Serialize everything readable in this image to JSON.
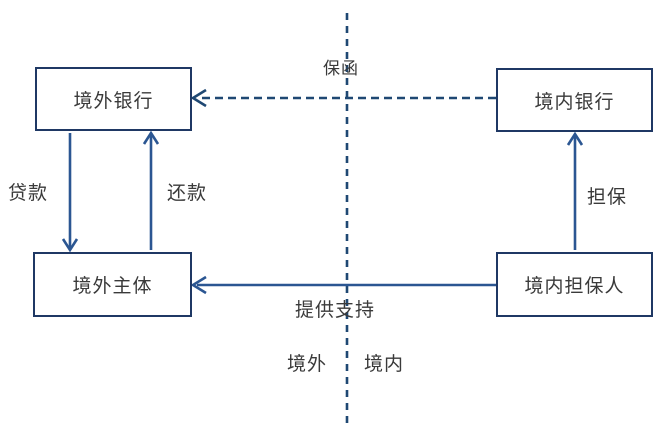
{
  "diagram": {
    "boxes": {
      "overseas_bank": "境外银行",
      "domestic_bank": "境内银行",
      "overseas_entity": "境外主体",
      "domestic_guarantor": "境内担保人"
    },
    "edge_labels": {
      "guarantee_letter": "保函",
      "loan": "贷款",
      "repayment": "还款",
      "guarantee": "担保",
      "provide_support": "提供支持"
    },
    "region_labels": {
      "overseas": "境外",
      "domestic": "境内"
    },
    "colors": {
      "box_border": "#1f3864",
      "solid_arrow": "#2b5692",
      "dashed_line": "#1f4873",
      "text": "#3a3a3a"
    }
  }
}
